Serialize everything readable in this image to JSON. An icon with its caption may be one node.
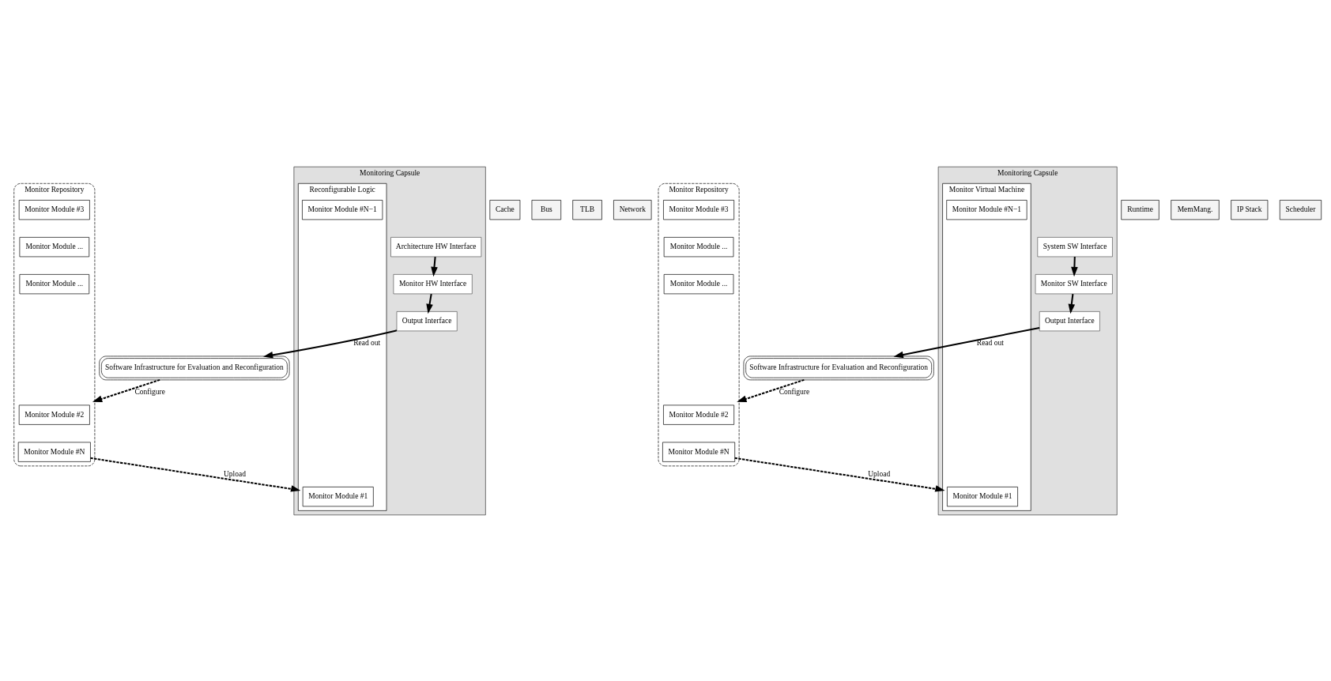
{
  "diagram": {
    "nodes": [
      {
        "text": [
          "Network"
        ]
      },
      {
        "text": [
          "Cache"
        ]
      },
      {
        "text": [
          "Bus"
        ]
      },
      {
        "text": [
          "TLB"
        ]
      },
      {
        "text": [
          "Monitoring Capsule"
        ]
      },
      {
        "text": [
          "Architecture HW Interface"
        ],
        "in": 4
      },
      {
        "text": [
          "Monitor HW Interface"
        ],
        "in": 4
      },
      {
        "text": [
          "Reconfigurable Logic"
        ],
        "in": 4
      },
      {
        "text": [
          "Monitor Module #1"
        ],
        "in": 7
      },
      {
        "text": [
          "Monitor Module #N−1"
        ],
        "in": 7
      },
      {
        "text": [
          "Output Interface"
        ],
        "in": 4
      },
      {
        "text": [
          "Monitor Repository"
        ]
      },
      {
        "text": [
          "Monitor Module #2"
        ],
        "in": 11
      },
      {
        "text": [
          "Monitor Module #3"
        ],
        "in": 11
      },
      {
        "text": [
          "Monitor Module #N"
        ],
        "in": 11
      },
      {
        "text": [
          "Monitor Module ..."
        ],
        "in": 11
      },
      {
        "text": [
          "Monitor Module ..."
        ],
        "in": 11
      },
      {
        "text": [
          "Software Infrastructure for Evaluation and Reconfiguration"
        ]
      },
      {
        "text": [
          "Scheduler"
        ]
      },
      {
        "text": [
          "Runtime"
        ]
      },
      {
        "text": [
          "MemMang."
        ]
      },
      {
        "text": [
          "IP Stack"
        ]
      },
      {
        "text": [
          "Monitoring Capsule"
        ]
      },
      {
        "text": [
          "System SW Interface"
        ],
        "in": 22
      },
      {
        "text": [
          "Monitor SW Interface"
        ],
        "in": 22
      },
      {
        "text": [
          "Monitor Virtual Machine"
        ],
        "in": 22
      },
      {
        "text": [
          "Monitor Module #1"
        ],
        "in": 25
      },
      {
        "text": [
          "Monitor Module #N−1"
        ],
        "in": 25
      },
      {
        "text": [
          "Output Interface"
        ],
        "in": 22
      },
      {
        "text": [
          "Monitor Repository"
        ]
      },
      {
        "text": [
          "Monitor Module #2"
        ],
        "in": 29
      },
      {
        "text": [
          "Monitor Module #3"
        ],
        "in": 29
      },
      {
        "text": [
          "Monitor Module #N"
        ],
        "in": 29
      },
      {
        "text": [
          "Monitor Module ..."
        ],
        "in": 29
      },
      {
        "text": [
          "Monitor Module ..."
        ],
        "in": 29
      },
      {
        "text": [
          "Software Infrastructure for Evaluation and Reconfiguration"
        ]
      }
    ],
    "edges": [
      {
        "from": 5,
        "to": 6,
        "arrow": "to"
      },
      {
        "from": 6,
        "to": 10,
        "arrow": "to"
      },
      {
        "from": 14,
        "to": 7,
        "arrow": "to",
        "label": "Upload",
        "style": "dashed"
      },
      {
        "from": 10,
        "to": 17,
        "arrow": "to",
        "label": "Read out"
      },
      {
        "from": 17,
        "to": 11,
        "arrow": "to",
        "label": "Configure",
        "style": "dashed"
      },
      {
        "from": 23,
        "to": 24,
        "arrow": "to"
      },
      {
        "from": 24,
        "to": 28,
        "arrow": "to"
      },
      {
        "from": 32,
        "to": 25,
        "arrow": "to",
        "label": "Upload",
        "style": "dashed"
      },
      {
        "from": 28,
        "to": 35,
        "arrow": "to",
        "label": "Read out"
      },
      {
        "from": 35,
        "to": 29,
        "arrow": "to",
        "label": "Configure",
        "style": "dashed"
      }
    ]
  }
}
